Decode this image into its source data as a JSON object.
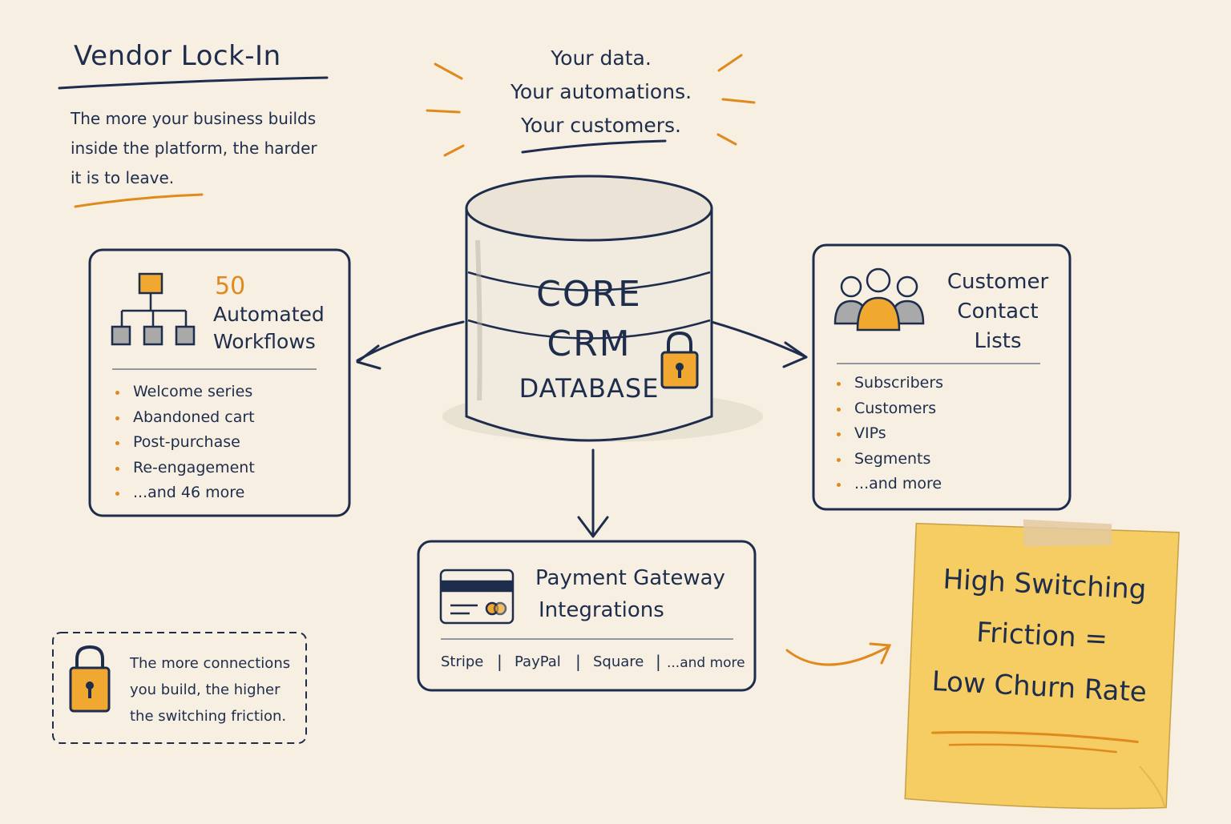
{
  "header": {
    "title": "Vendor Lock-In",
    "intro": [
      "The more your business builds",
      "inside the platform, the harder",
      "it is to leave."
    ]
  },
  "tagline": [
    "Your data.",
    "Your automations.",
    "Your customers."
  ],
  "database": {
    "line1": "CORE",
    "line2": "CRM",
    "line3": "DATABASE",
    "lock_icon": "padlock-icon"
  },
  "workflows": {
    "count": "50",
    "title": [
      "Automated",
      "Workflows"
    ],
    "icon": "org-chart-icon",
    "items": [
      "Welcome series",
      "Abandoned cart",
      "Post-purchase",
      "Re-engagement",
      "...and 46 more"
    ]
  },
  "contacts": {
    "title": [
      "Customer",
      "Contact",
      "Lists"
    ],
    "icon": "people-group-icon",
    "items": [
      "Subscribers",
      "Customers",
      "VIPs",
      "Segments",
      "...and more"
    ]
  },
  "payments": {
    "title": [
      "Payment Gateway",
      "Integrations"
    ],
    "icon": "credit-card-icon",
    "providers": [
      "Stripe",
      "PayPal",
      "Square",
      "...and more"
    ]
  },
  "note": {
    "icon": "padlock-icon",
    "text": [
      "The more connections",
      "you build, the higher",
      "the switching friction."
    ]
  },
  "sticky": {
    "lines": [
      "High Switching",
      "Friction =",
      "Low Churn Rate"
    ]
  },
  "colors": {
    "ink": "#1f2d4d",
    "accent": "#e08a1e",
    "paper": "#f6efe2",
    "sticky": "#f5cd62"
  }
}
